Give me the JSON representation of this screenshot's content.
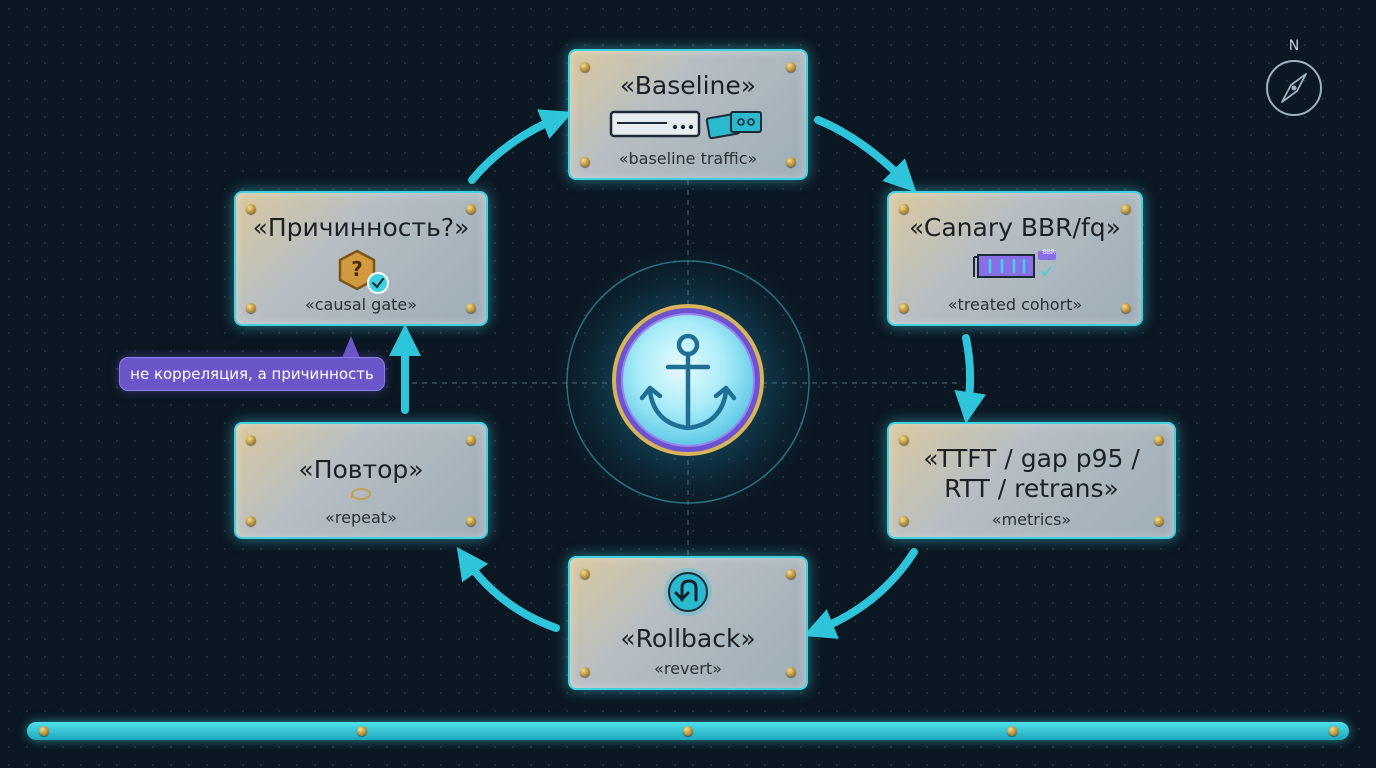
{
  "nodes": {
    "baseline": {
      "title": "«Baseline»",
      "subtitle": "«baseline traffic»"
    },
    "canary": {
      "title": "«Canary BBR/fq»",
      "subtitle": "«treated cohort»",
      "chip_label": "BBR"
    },
    "metrics": {
      "title_line1": "«TTFT / gap p95 /",
      "title_line2": "RTT / retrans»",
      "subtitle": "«metrics»"
    },
    "rollback": {
      "title": "«Rollback»",
      "subtitle": "«revert»"
    },
    "repeat": {
      "title": "«Повтор»",
      "subtitle": "«repeat»"
    },
    "causality": {
      "title": "«Причинность?»",
      "subtitle": "«causal gate»",
      "badge_glyph": "?"
    }
  },
  "callout": {
    "text": "не корреляция, а причинность"
  },
  "compass": {
    "label": "N"
  },
  "center": {
    "icon": "anchor-icon"
  },
  "colors": {
    "accent": "#3fd2e2",
    "arrow": "#2ec5db",
    "plate_border": "#3fd2e2",
    "callout": "#6a56c8",
    "background": "#0b1722",
    "rivet": "#c99a3a",
    "anchor_core": "#bff2fb",
    "anchor_ring": "#7b5fe0"
  }
}
